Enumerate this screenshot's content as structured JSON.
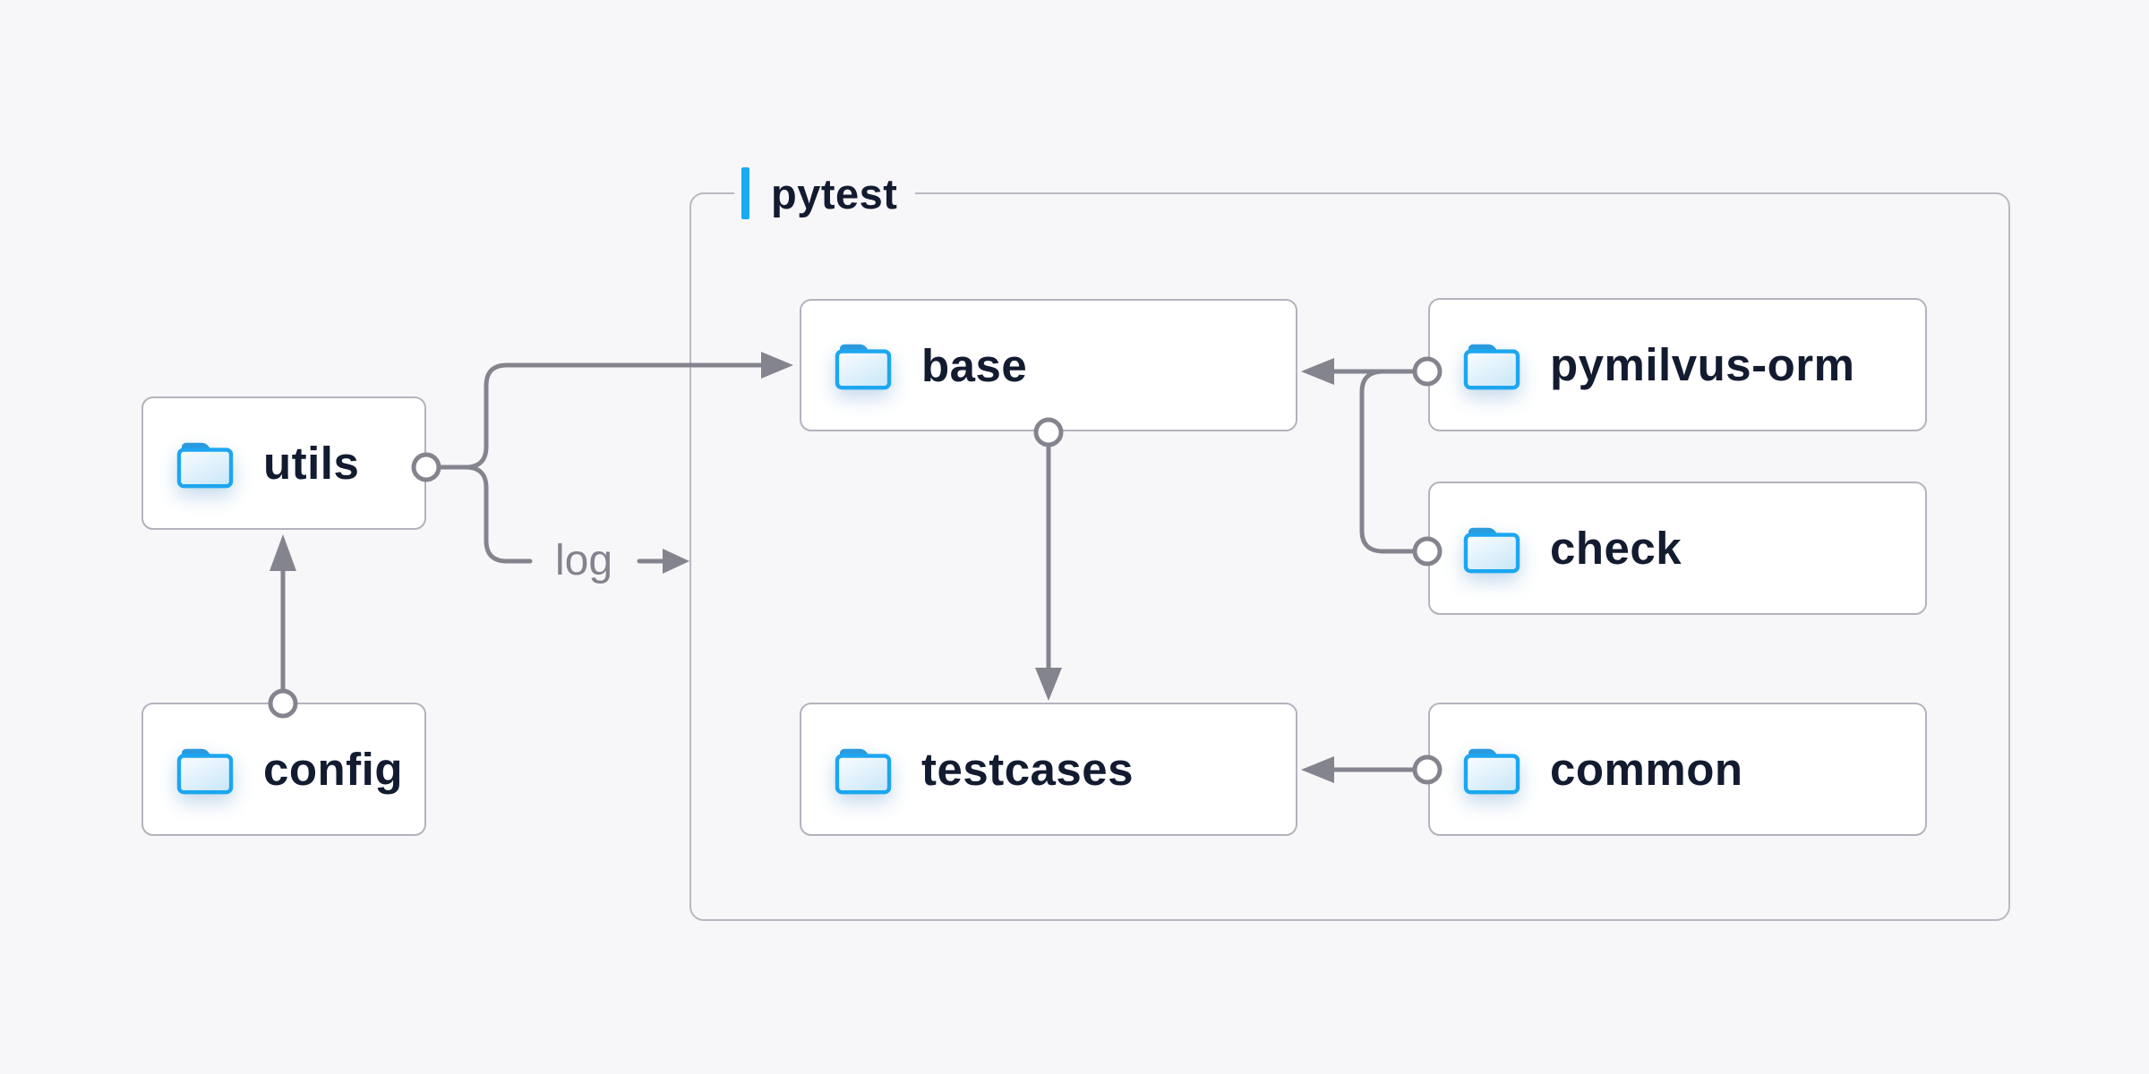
{
  "pytest_group": {
    "label": "pytest"
  },
  "nodes": [
    {
      "id": "utils",
      "label": "utils",
      "icon": "folder-icon"
    },
    {
      "id": "config",
      "label": "config",
      "icon": "folder-icon"
    },
    {
      "id": "base",
      "label": "base",
      "icon": "folder-icon"
    },
    {
      "id": "pymilvus-orm",
      "label": "pymilvus-orm",
      "icon": "folder-icon"
    },
    {
      "id": "check",
      "label": "check",
      "icon": "folder-icon"
    },
    {
      "id": "testcases",
      "label": "testcases",
      "icon": "folder-icon"
    },
    {
      "id": "common",
      "label": "common",
      "icon": "folder-icon"
    }
  ],
  "edges": {
    "log_label": "log",
    "relations": [
      "config -> utils",
      "utils -> base",
      "utils -> log",
      "pymilvus-orm -> base",
      "check -> base",
      "base -> testcases",
      "common -> testcases"
    ]
  },
  "colors": {
    "background": "#f7f7f9",
    "node_fill": "#ffffff",
    "node_border": "#b3b3bf",
    "group_border": "#b9b9c4",
    "line_gray": "#84848f",
    "text_dark": "#131b30",
    "log_text_gray": "#83838e",
    "accent_blue": "#18aaf2",
    "folder_blue": "#1ca6f0",
    "folder_tab_blue": "#2a9ade"
  }
}
